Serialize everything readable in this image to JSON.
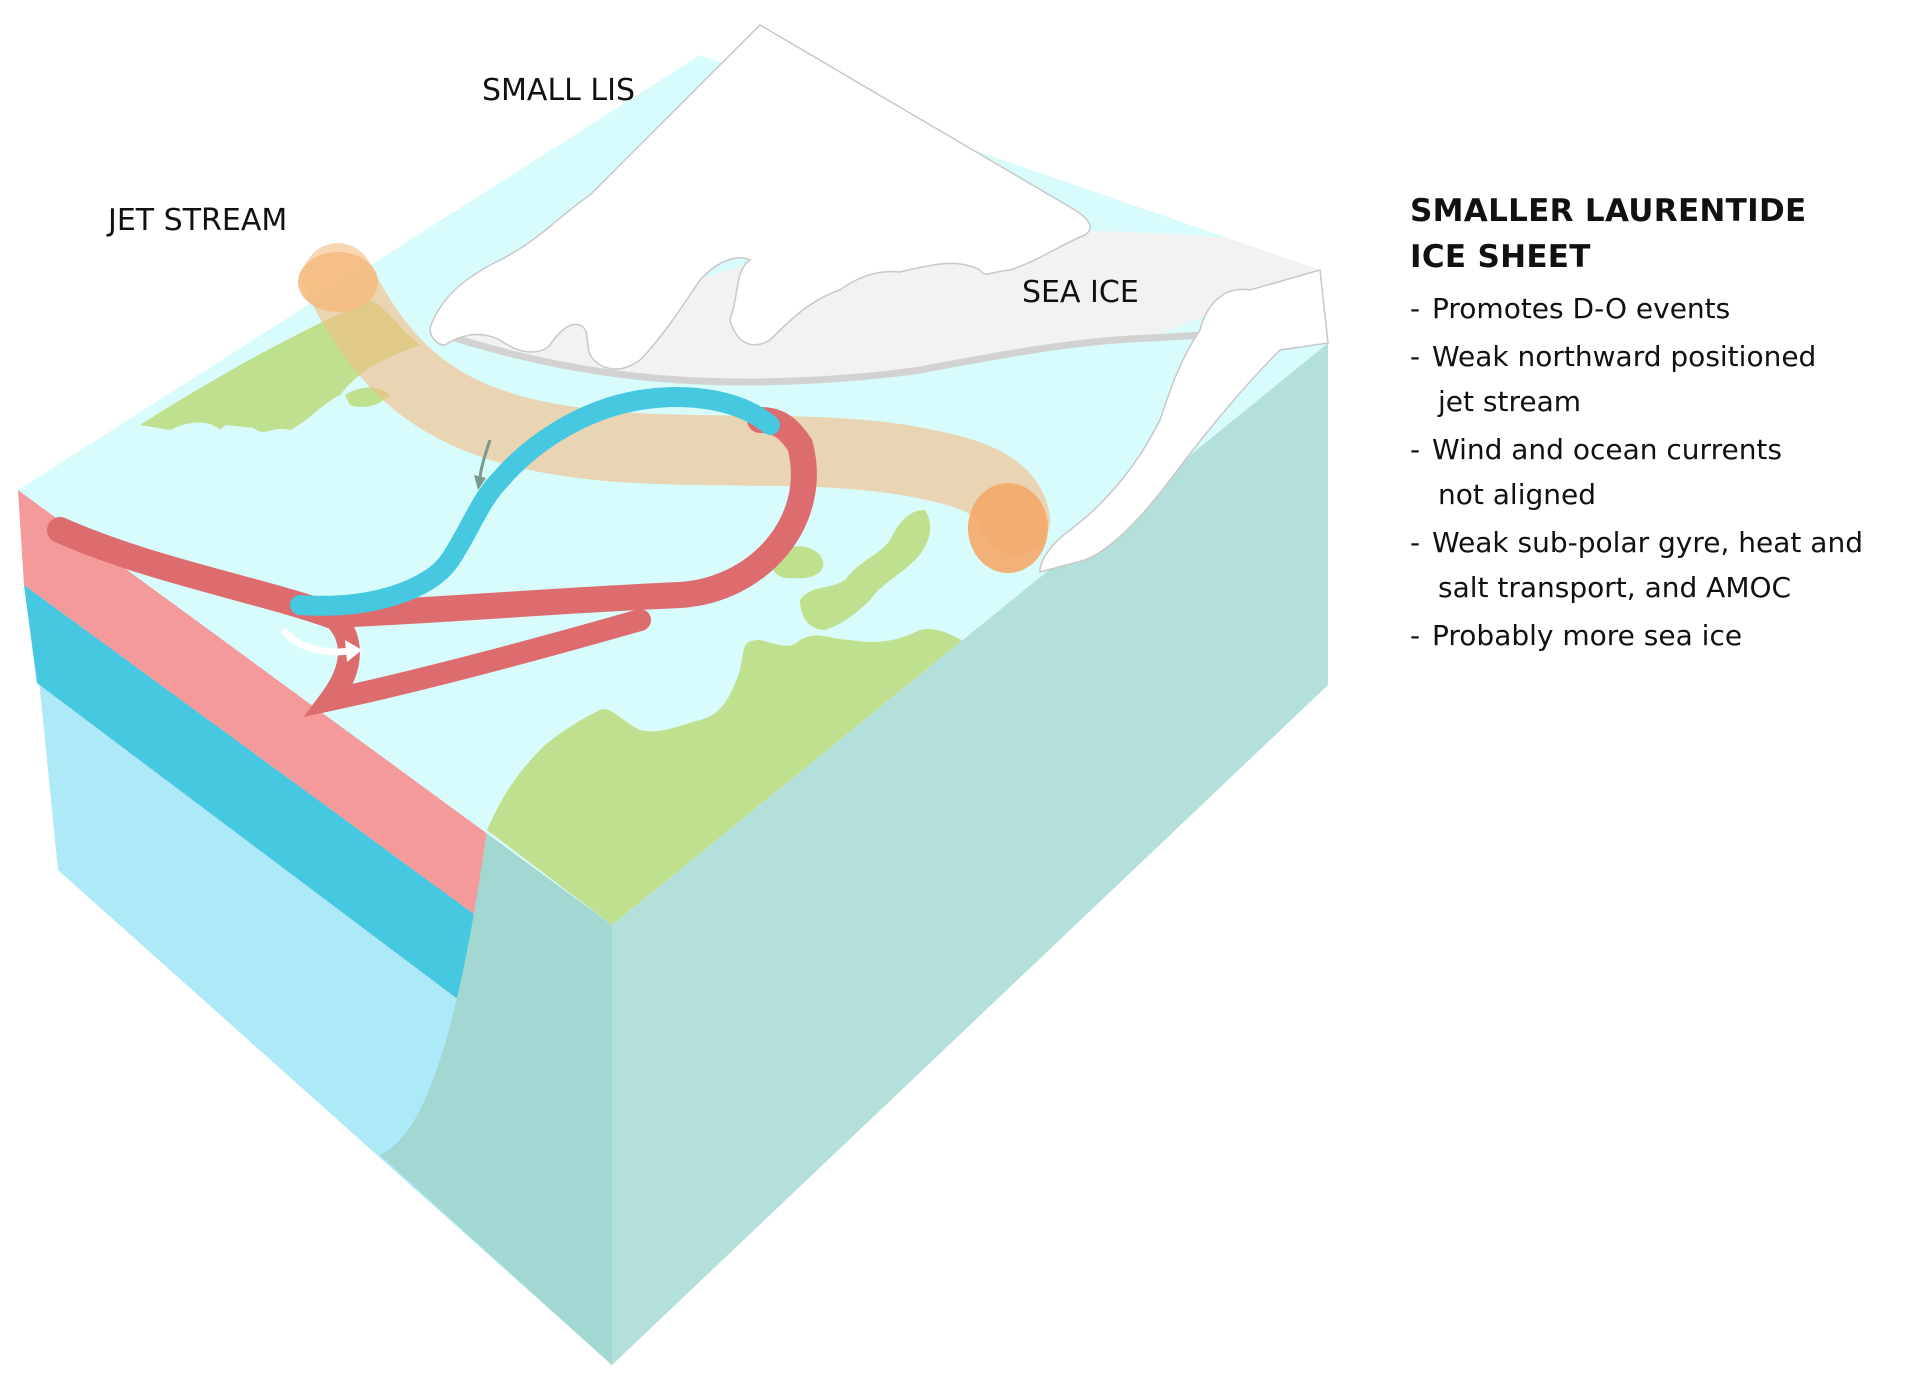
{
  "labels": {
    "small_lis": "SMALL LIS",
    "jet_stream": "JET STREAM",
    "sea_ice": "SEA ICE"
  },
  "legend": {
    "title_lines": [
      "SMALLER LAURENTIDE",
      "ICE SHEET"
    ],
    "items": [
      {
        "lines": [
          "Promotes D-O events"
        ]
      },
      {
        "lines": [
          "Weak northward positioned",
          "jet stream"
        ]
      },
      {
        "lines": [
          "Wind and ocean currents",
          "not aligned"
        ]
      },
      {
        "lines": [
          "Weak sub-polar gyre, heat and",
          "salt transport, and AMOC"
        ]
      },
      {
        "lines": [
          "Probably more sea ice"
        ]
      }
    ]
  },
  "colors": {
    "ocean_surface": "#d8fbfc",
    "land": "#bfe08f",
    "ice_sheet": "#ffffff",
    "sea_ice": "#f2f2f2",
    "warm_layer": "#f59a9a",
    "mid_layer": "#45c8e0",
    "deep_layer": "#aee9f8",
    "front_face": "#a3d8d2",
    "right_face": "#b4e0db",
    "warm_current": "#dc6c6e",
    "cold_current": "#2ea8bd",
    "jet_stream": "#f5bc82"
  },
  "icons": [
    "current-arrow-icon",
    "circulation-arrow-icon"
  ]
}
